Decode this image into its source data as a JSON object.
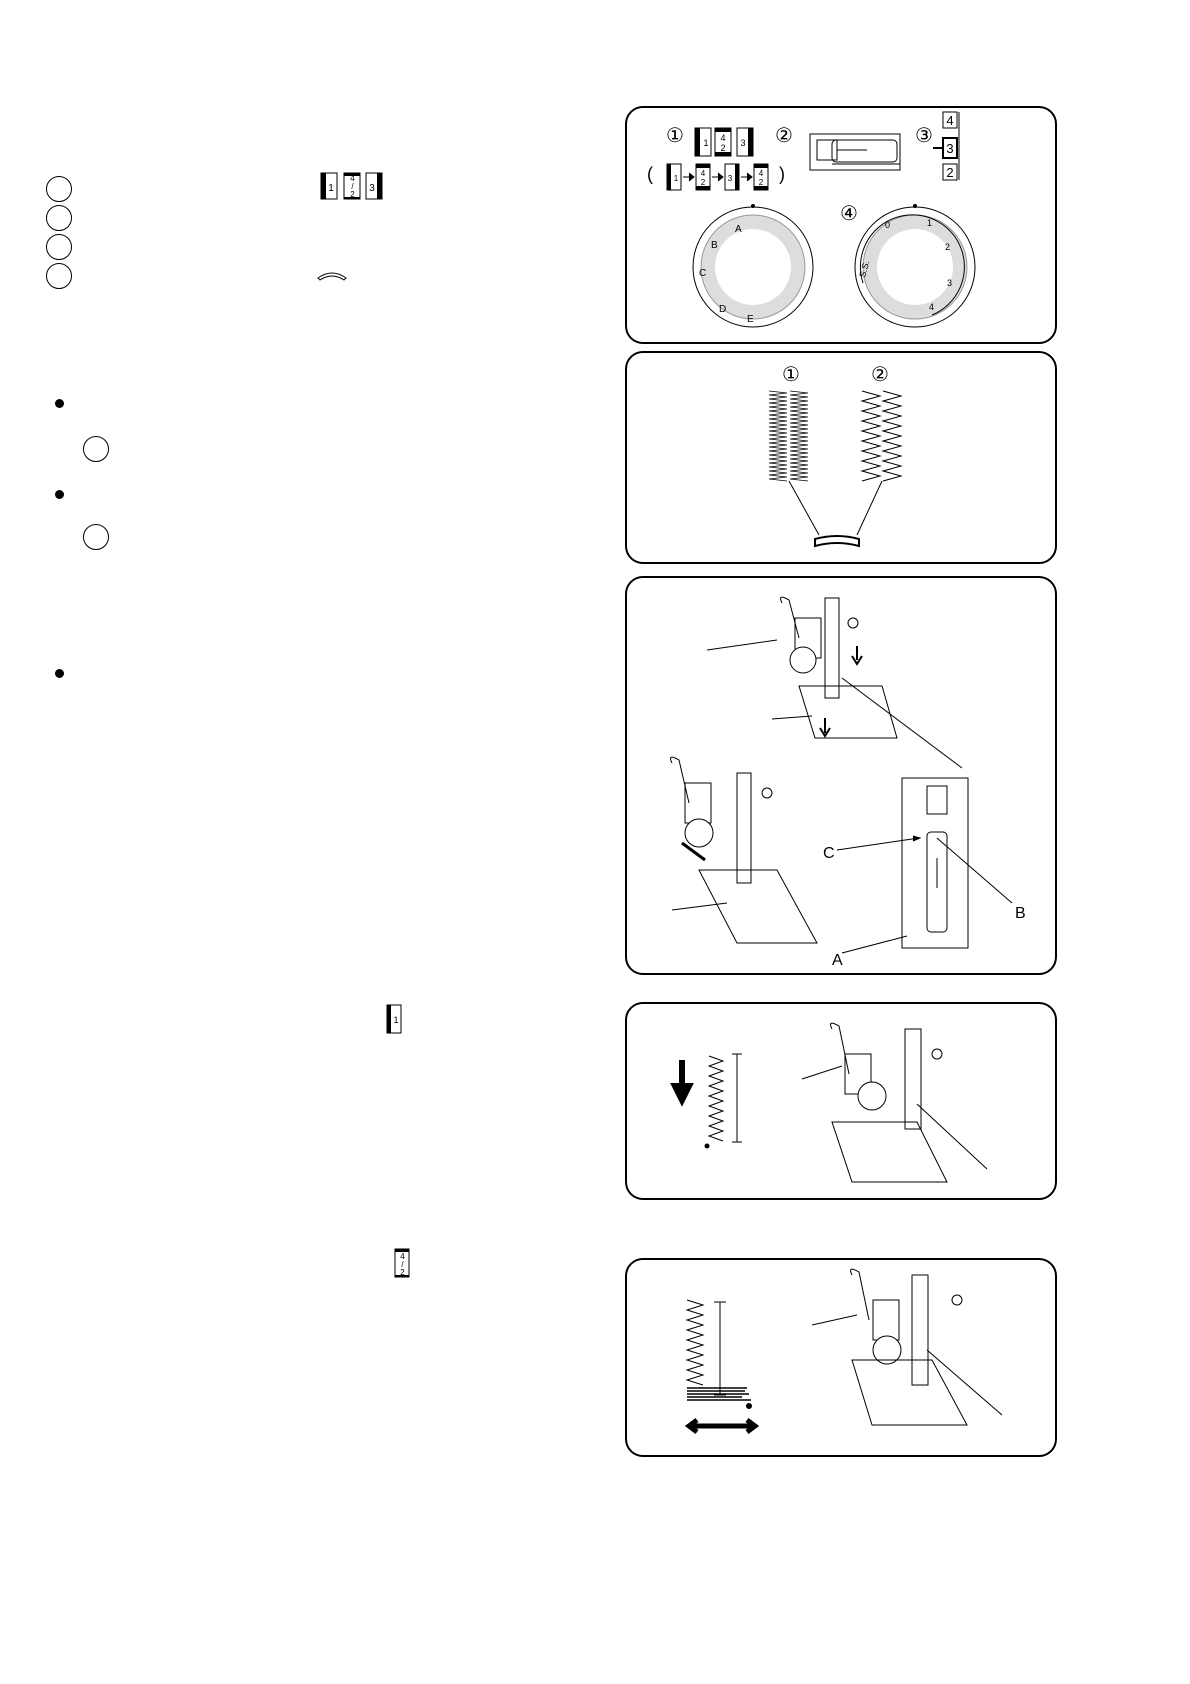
{
  "left_column": {
    "pattern_icons": [
      "1",
      "4/2",
      "3"
    ],
    "step1_icon": "1",
    "step2_icon": "4/2"
  },
  "panel1": {
    "markers": [
      "①",
      "②",
      "③",
      "④"
    ],
    "pattern_row": [
      "1",
      "4\n2",
      "3"
    ],
    "sequence": [
      "1",
      "4\n2",
      "3",
      "4\n2"
    ],
    "stitch_length_scale": [
      "4",
      "3",
      "2"
    ],
    "pattern_dial_labels": [
      "A",
      "B",
      "C",
      "D",
      "E"
    ],
    "length_dial_labels": [
      "0",
      "1",
      "2",
      "3",
      "4",
      "S.S."
    ]
  },
  "panel2": {
    "markers": [
      "①",
      "②"
    ]
  },
  "panel3": {
    "labels": [
      "A",
      "B",
      "C"
    ]
  }
}
